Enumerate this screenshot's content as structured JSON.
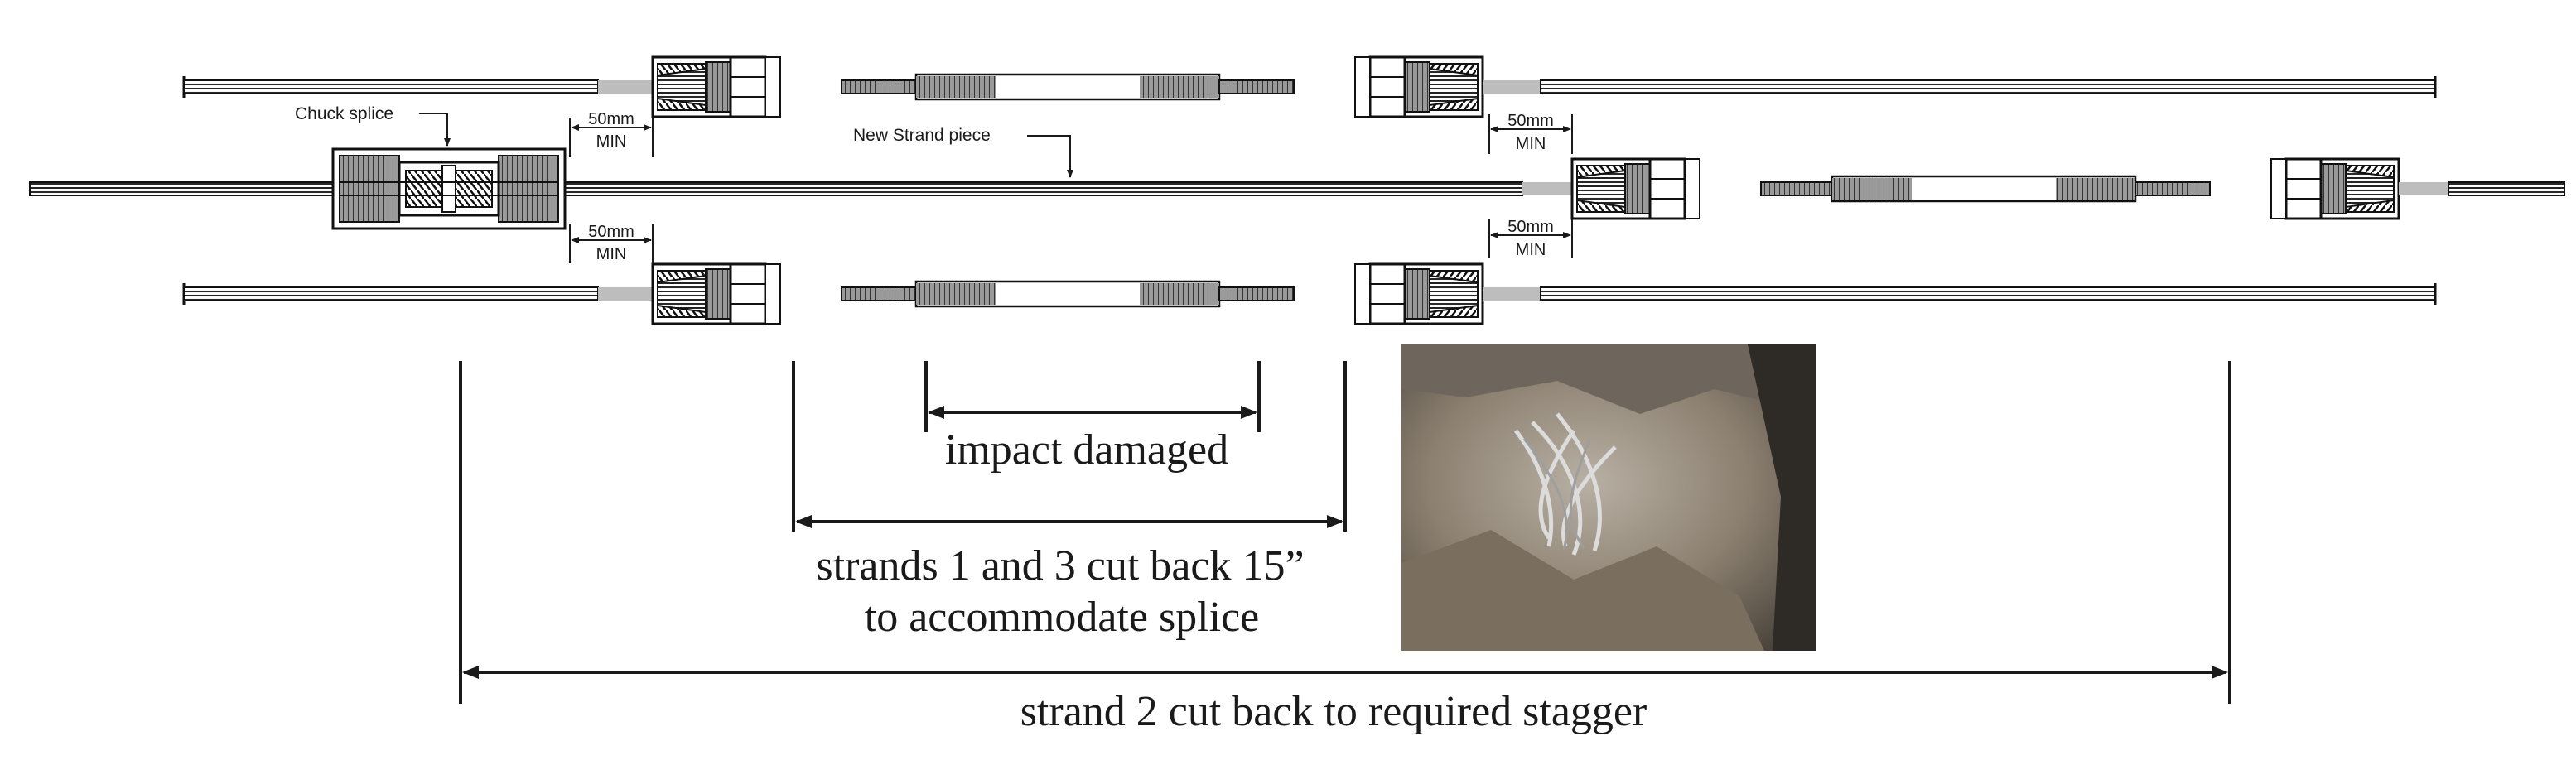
{
  "labels": {
    "chuck_splice": "Chuck splice",
    "new_strand_piece": "New Strand piece",
    "min_50mm": "50mm",
    "min_word": "MIN",
    "impact_damaged": "impact damaged",
    "strands_cut_line1": "strands 1 and 3 cut back 15”",
    "strands_cut_line2": "to accommodate splice",
    "strand2_cut": "strand 2 cut back to required stagger"
  },
  "photo": {
    "subject": "photo of impact damaged strands in concrete"
  },
  "colors": {
    "ink": "#1a1a1a",
    "strand_gray": "#bdbdbd",
    "photo_dark": "#5a5248",
    "photo_mid": "#8c8070",
    "photo_light": "#b8b0a4"
  }
}
